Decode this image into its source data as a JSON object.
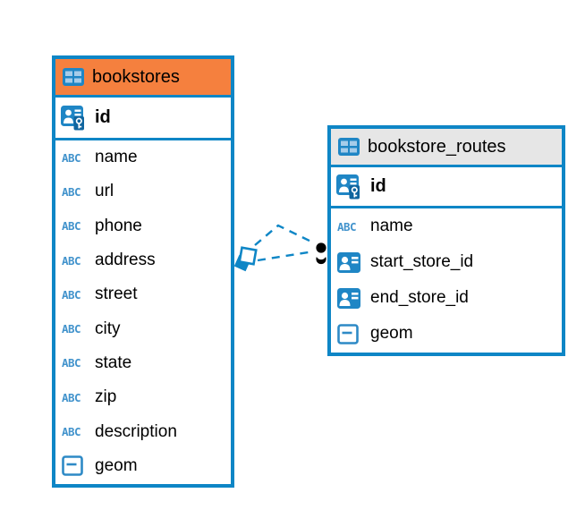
{
  "icons": {
    "text_type_label": "ABC"
  },
  "colors": {
    "accent_blue": "#0E86C6",
    "icon_blue": "#1F86C5",
    "bookstores_header": "#F5803E",
    "bookstore_routes_header": "#E6E6E6",
    "relationship_line": "#0E86C6",
    "relationship_dot": "#000000"
  },
  "tables": [
    {
      "title": "bookstores",
      "key_column": {
        "name": "id",
        "type": "primary-key"
      },
      "columns": [
        {
          "name": "name",
          "type": "text"
        },
        {
          "name": "url",
          "type": "text"
        },
        {
          "name": "phone",
          "type": "text"
        },
        {
          "name": "address",
          "type": "text"
        },
        {
          "name": "street",
          "type": "text"
        },
        {
          "name": "city",
          "type": "text"
        },
        {
          "name": "state",
          "type": "text"
        },
        {
          "name": "zip",
          "type": "text"
        },
        {
          "name": "description",
          "type": "text"
        },
        {
          "name": "geom",
          "type": "geometry"
        }
      ]
    },
    {
      "title": "bookstore_routes",
      "key_column": {
        "name": "id",
        "type": "primary-key"
      },
      "columns": [
        {
          "name": "name",
          "type": "text"
        },
        {
          "name": "start_store_id",
          "type": "reference"
        },
        {
          "name": "end_store_id",
          "type": "reference"
        },
        {
          "name": "geom",
          "type": "geometry"
        }
      ]
    }
  ],
  "relationship": {
    "from_table": "bookstores",
    "to_table": "bookstore_routes",
    "line_style": "dashed",
    "line_count": 2
  }
}
